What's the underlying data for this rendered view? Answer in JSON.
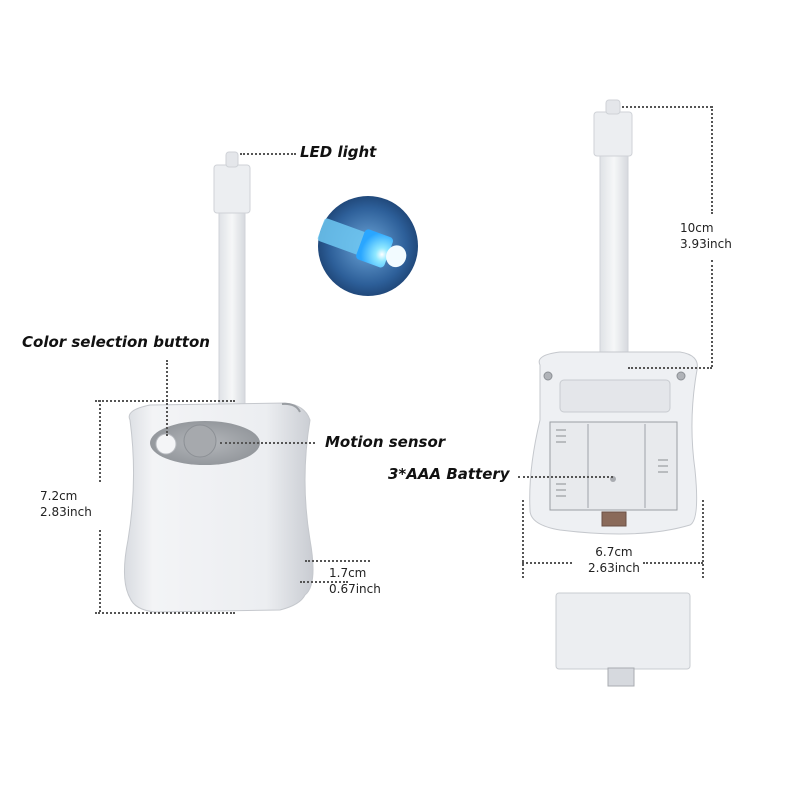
{
  "callouts": {
    "led_light": "LED light",
    "color_button": "Color selection button",
    "motion_sensor": "Motion sensor",
    "battery": "3*AAA Battery"
  },
  "dimensions": {
    "height": {
      "cm": "7.2cm",
      "inch": "2.83inch"
    },
    "depth": {
      "cm": "1.7cm",
      "inch": "0.67inch"
    },
    "arm_length": {
      "cm": "10cm",
      "inch": "3.93inch"
    },
    "width": {
      "cm": "6.7cm",
      "inch": "2.63inch"
    }
  },
  "colors": {
    "body": "#eef0f3",
    "sensor_window": "#9a9ea3",
    "led_glow": "#3aa0ff",
    "battery_tab": "#8a6a5a"
  }
}
